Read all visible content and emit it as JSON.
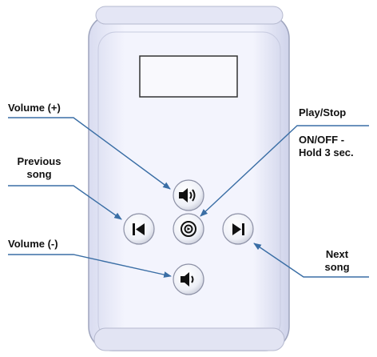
{
  "labels": {
    "volume_plus": "Volume (+)",
    "previous_song": [
      "Previous",
      "song"
    ],
    "volume_minus": "Volume (-)",
    "play_stop": "Play/Stop",
    "on_off": [
      "ON/OFF -",
      "Hold 3 sec."
    ],
    "next_song": [
      "Next",
      "song"
    ]
  },
  "icons": {
    "volume_up": "speaker-high-icon",
    "volume_down": "speaker-low-icon",
    "previous": "skip-previous-icon",
    "next": "skip-next-icon",
    "play_stop": "play-stop-icon"
  },
  "colors": {
    "device_body": "#eef0fb",
    "device_edge": "#9ea4bd",
    "button_face": "#f4f5fa",
    "arrow": "#3a6ea5",
    "glyph": "#111111"
  }
}
